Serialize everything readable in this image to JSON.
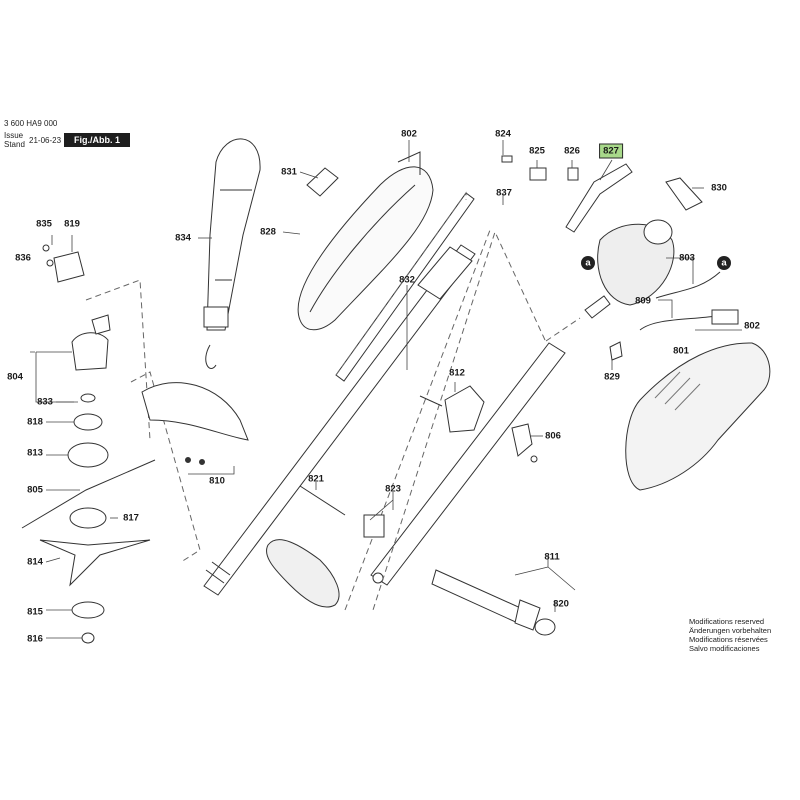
{
  "header": {
    "doc_number": "3 600 HA9 000",
    "issue_label_1": "Issue",
    "issue_label_2": "Stand",
    "issue_date": "21-06-23",
    "figure_label": "Fig./Abb. 1"
  },
  "notes": [
    "Modifications reserved",
    "Änderungen vorbehalten",
    "Modifications réservées",
    "Salvo modificaciones"
  ],
  "callouts": {
    "a": "a",
    "p801": "801",
    "p802a": "802",
    "p802b": "802",
    "p803": "803",
    "p804": "804",
    "p805": "805",
    "p806": "806",
    "p809": "809",
    "p810": "810",
    "p811": "811",
    "p812": "812",
    "p813": "813",
    "p814": "814",
    "p815": "815",
    "p816": "816",
    "p817": "817",
    "p818": "818",
    "p819": "819",
    "p820": "820",
    "p821": "821",
    "p823": "823",
    "p824": "824",
    "p825": "825",
    "p826": "826",
    "p827": "827",
    "p828": "828",
    "p829": "829",
    "p830": "830",
    "p831": "831",
    "p832": "832",
    "p833": "833",
    "p834": "834",
    "p835": "835",
    "p836": "836",
    "p837": "837"
  },
  "highlight_color": "#a8d98a",
  "icons": [
    "reference-a-icon"
  ]
}
